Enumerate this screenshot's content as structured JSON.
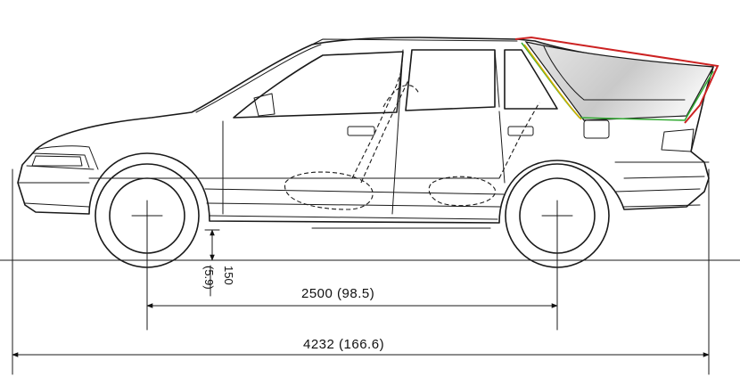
{
  "dimensions": {
    "overall_length": "4232 (166.6)",
    "wheelbase": "2500 (98.5)",
    "ground_clearance_mm": "150",
    "ground_clearance_in": "(5.9)"
  },
  "annotation": {
    "outline_colors": [
      "#cc2222",
      "#33aa33",
      "#d4b000"
    ]
  }
}
